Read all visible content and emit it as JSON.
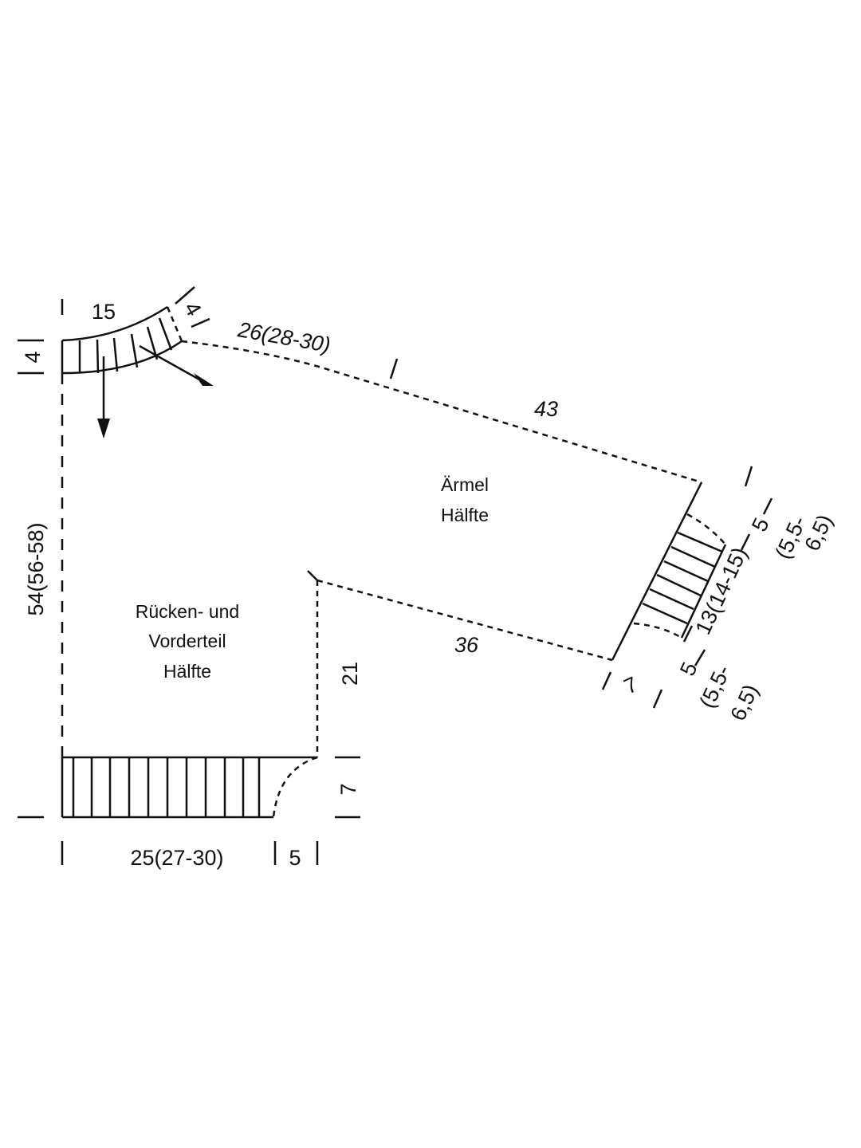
{
  "labels": {
    "sleeve_line1": "Ärmel",
    "sleeve_line2": "Hälfte",
    "body_line1": "Rücken- und",
    "body_line2": "Vorderteil",
    "body_line3": "Hälfte"
  },
  "dimensions": {
    "neck_width": "15",
    "neck_band_height": "4",
    "neck_band_side": "4",
    "shoulder": "26(28-30)",
    "sleeve_top": "43",
    "body_length": "54(56-58)",
    "underarm": "36",
    "side_height": "21",
    "rib_height": "7",
    "bottom_width": "25(27-30)",
    "bottom_extra": "5",
    "cuff_width": "13(14-15)",
    "cuff_upper": "5",
    "cuff_upper_alt1": "(5,5-",
    "cuff_upper_alt2": "6,5)",
    "cuff_lower": "5",
    "cuff_lower_alt1": "(5,5-",
    "cuff_lower_alt2": "6,5)",
    "cuff_depth": "7"
  }
}
